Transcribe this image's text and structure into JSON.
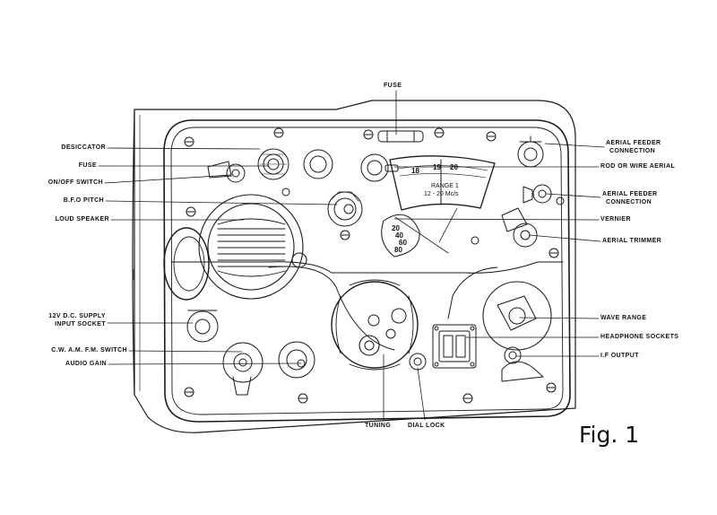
{
  "figure_label": "Fig. 1",
  "dial": {
    "range_text": "RANGE 1",
    "freq_text": "12 - 20 Mc/s",
    "scale_marks": [
      "18",
      "19",
      "20"
    ]
  },
  "vernier_marks": [
    "20",
    "40",
    "60",
    "80"
  ],
  "callouts": {
    "fuse_top": "FUSE",
    "desiccator": "DESICCATOR",
    "fuse": "FUSE",
    "on_off_switch": "ON/OFF SWITCH",
    "bfo_pitch": "B.F.O PITCH",
    "loud_speaker": "LOUD SPEAKER",
    "dc_supply_line1": "12V D.C. SUPPLY",
    "dc_supply_line2": "INPUT SOCKET",
    "cw_am_fm_switch": "C.W. A.M. F.M. SWITCH",
    "audio_gain": "AUDIO GAIN",
    "aerial_feeder_1_line1": "AERIAL FEEDER",
    "aerial_feeder_1_line2": "CONNECTION",
    "rod_or_wire_aerial": "ROD OR WIRE AERIAL",
    "aerial_feeder_2_line1": "AERIAL FEEDER",
    "aerial_feeder_2_line2": "CONNECTION",
    "vernier": "VERNIER",
    "aerial_trimmer": "AERIAL TRIMMER",
    "wave_range": "WAVE RANGE",
    "headphone_sockets": "HEADPHONE SOCKETS",
    "if_output": "I.F OUTPUT",
    "tuning": "TUNING",
    "dial_lock": "DIAL LOCK"
  }
}
